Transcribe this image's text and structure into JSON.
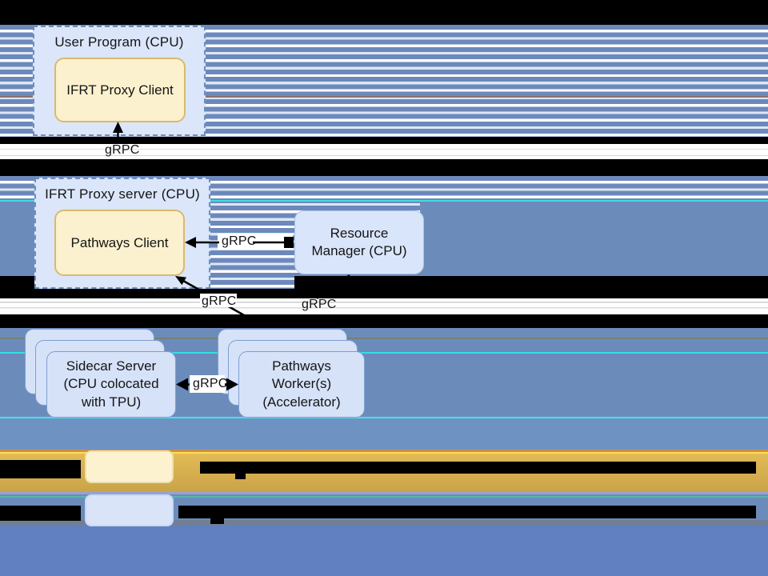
{
  "nodes": {
    "user_program": "User Program (CPU)",
    "ifrt_proxy_client": "IFRT Proxy Client",
    "ifrt_proxy_server": "IFRT Proxy server (CPU)",
    "pathways_client": "Pathways Client",
    "resource_manager": "Resource Manager (CPU)",
    "sidecar_server": "Sidecar Server (CPU colocated with TPU)",
    "pathways_workers": "Pathways Worker(s) (Accelerator)"
  },
  "labels": {
    "grpc": "gRPC"
  },
  "legend": {
    "yellow_swatch_color": "#fdf2cf",
    "blue_swatch_color": "#d9e4f8",
    "labels_obscured": true
  },
  "colors": {
    "stripe_blue": "#6d89bc",
    "stripe_gap": "#dce6f5",
    "solid_blue": "#6b8cbb",
    "bottom_blue": "#6180c1",
    "gold_band": "#d2ab51",
    "node_fill_blue": "#d9e5fa",
    "node_fill_yellow": "#fcf1ce",
    "dashed_border": "#6c8ebf",
    "yellow_border": "#d9ba6c",
    "cyan_artifact": "#3fdbe3",
    "black_band": "#000000"
  }
}
